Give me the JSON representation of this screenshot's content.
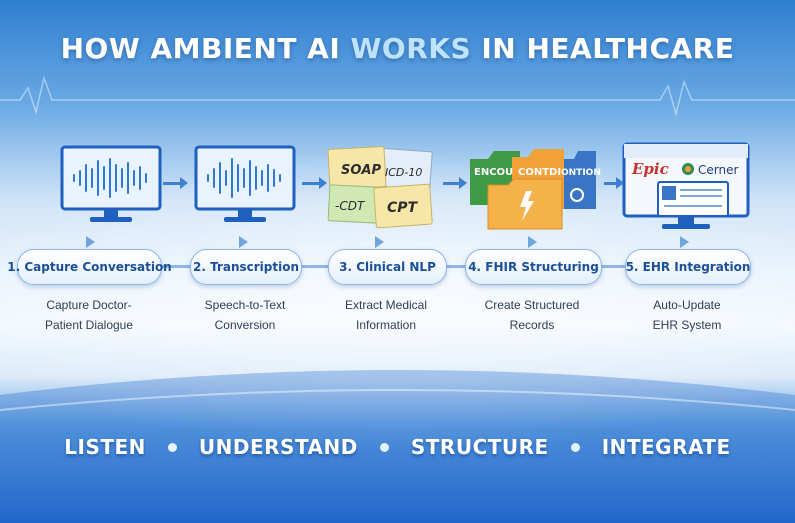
{
  "title": {
    "part1": "HOW AMBIENT AI ",
    "highlight": "WORKS",
    "part2": " IN HEALTHCARE"
  },
  "steps": [
    {
      "label": "1. Capture Conversation",
      "desc1": "Capture Doctor-",
      "desc2": "Patient Dialogue"
    },
    {
      "label": "2. Transcription",
      "desc1": "Speech-to-Text",
      "desc2": "Conversion"
    },
    {
      "label": "3. Clinical NLP",
      "desc1": "Extract Medical",
      "desc2": "Information"
    },
    {
      "label": "4. FHIR Structuring",
      "desc1": "Create Structured",
      "desc2": "Records"
    },
    {
      "label": "5. EHR Integration",
      "desc1": "Auto-Update",
      "desc2": "EHR System"
    }
  ],
  "icons": {
    "monitor1": "waveform-monitor-icon",
    "monitor2": "waveform-monitor-icon",
    "notes": {
      "soap": "SOAP",
      "icd": "ICD-10",
      "cdt": "-CDT",
      "cpt": "CPT"
    },
    "folders": {
      "encounter": "ENCOU",
      "condition": "CONTDI",
      "observation": "ONTION"
    },
    "ehr": {
      "epic": "Epic",
      "cerner": "Cerner"
    }
  },
  "bottom": [
    "LISTEN",
    "UNDERSTAND",
    "STRUCTURE",
    "INTEGRATE"
  ],
  "colors": {
    "accent": "#1c4f99",
    "highlight": "#bfe3ff",
    "note_yellow": "#f6e7a8",
    "note_green": "#cfe8b4",
    "folder_green": "#3e9a45",
    "folder_orange": "#f0a13a",
    "folder_blue": "#3a74c4"
  }
}
